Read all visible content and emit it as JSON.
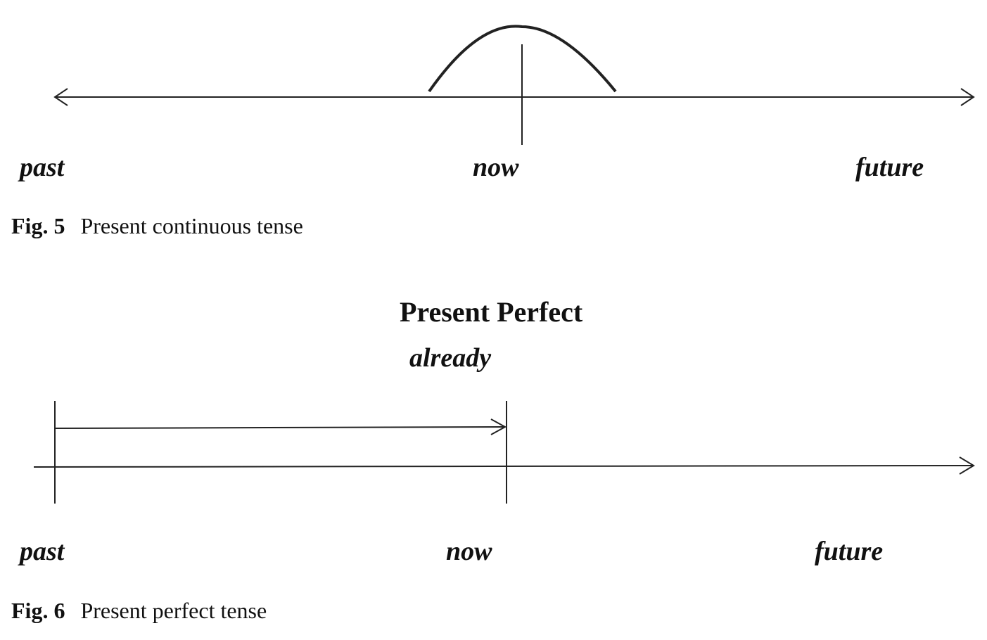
{
  "fig5": {
    "labels": {
      "past": "past",
      "now": "now",
      "future": "future"
    },
    "caption_num": "Fig. 5",
    "caption_text": "Present continuous tense"
  },
  "fig6": {
    "title": "Present Perfect",
    "adverb": "already",
    "labels": {
      "past": "past",
      "now": "now",
      "future": "future"
    },
    "caption_num": "Fig. 6",
    "caption_text": "Present perfect tense"
  }
}
